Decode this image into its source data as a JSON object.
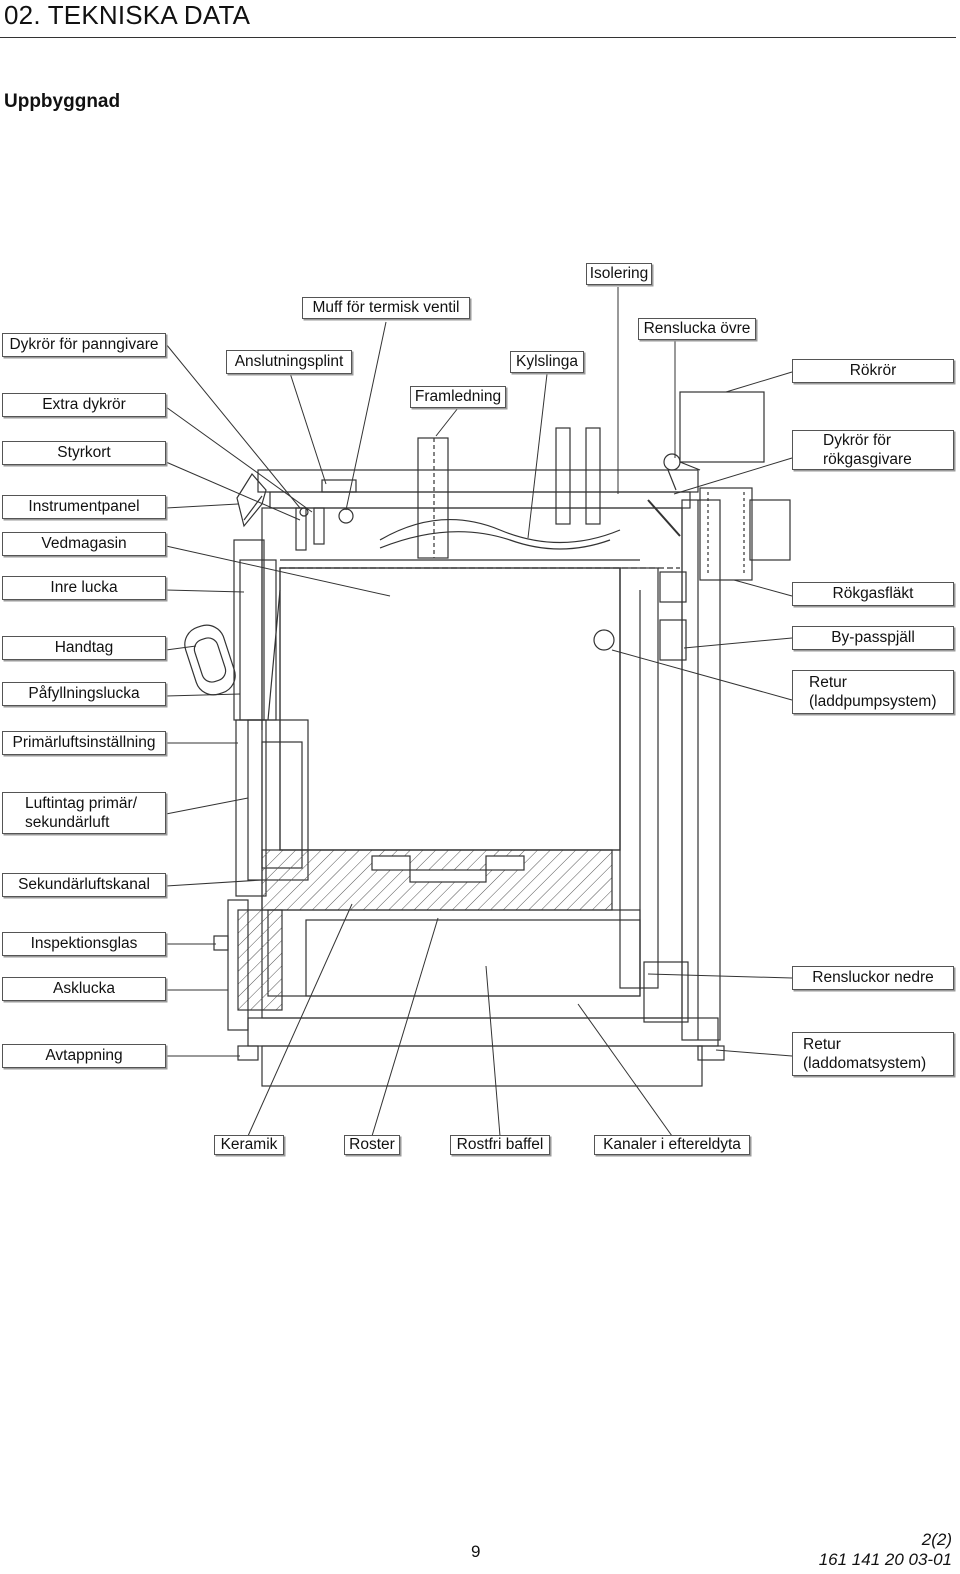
{
  "header": {
    "title": "02. TEKNISKA DATA",
    "section": "Uppbyggnad"
  },
  "labels": {
    "isolering": "Isolering",
    "muff": "Muff för termisk ventil",
    "dykror_panngivare": "Dykrör för panngivare",
    "anslutningsplint": "Anslutningsplint",
    "kylslinga": "Kylslinga",
    "renslucka_ovre": "Renslucka övre",
    "rokror": "Rökrör",
    "extra_dykror": "Extra dykrör",
    "framledning": "Framledning",
    "styrkort": "Styrkort",
    "dykror_rokgasgivare": "Dykrör för rökgasgivare",
    "instrumentpanel": "Instrumentpanel",
    "vedmagasin": "Vedmagasin",
    "inre_lucka": "Inre lucka",
    "rokgasflakt": "Rökgasfläkt",
    "handtag": "Handtag",
    "by_passpjall": "By-passpjäll",
    "pafyllningslucka": "Påfyllningslucka",
    "retur_laddpump": "Retur (laddpumpsystem)",
    "primarluftsinstallning": "Primärluftsinställning",
    "luftintag": "Luftintag primär/ sekundärluft",
    "sekundarluftskanal": "Sekundärluftskanal",
    "inspektionsglas": "Inspektionsglas",
    "rensluckor_nedre": "Rensluckor nedre",
    "asklucka": "Asklucka",
    "avtappning": "Avtappning",
    "retur_laddomat": "Retur (laddomatsystem)",
    "keramik": "Keramik",
    "roster": "Roster",
    "rostfri_baffel": "Rostfri baffel",
    "kanaler": "Kanaler i eftereldyta"
  },
  "footer": {
    "page_number": "9",
    "doc_page": "2(2)",
    "doc_number": "161 141 20 03-01"
  }
}
